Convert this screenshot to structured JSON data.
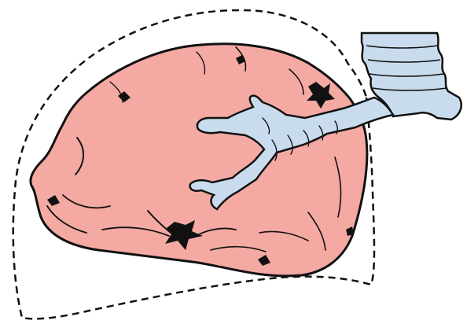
{
  "figure": {
    "subject": "collapsed-lung",
    "elements": [
      {
        "id": "normal-lung-outline",
        "style": "dashed"
      },
      {
        "id": "collapsed-lung",
        "color": "#f4a9a3"
      },
      {
        "id": "bronchial-tree",
        "color": "#c9dcee"
      },
      {
        "id": "trachea",
        "color": "#c9dcee"
      }
    ]
  },
  "colors": {
    "lung_fill": "#f4a9a3",
    "airway_fill": "#c9dcee",
    "outline": "#111111",
    "background": "#ffffff"
  }
}
